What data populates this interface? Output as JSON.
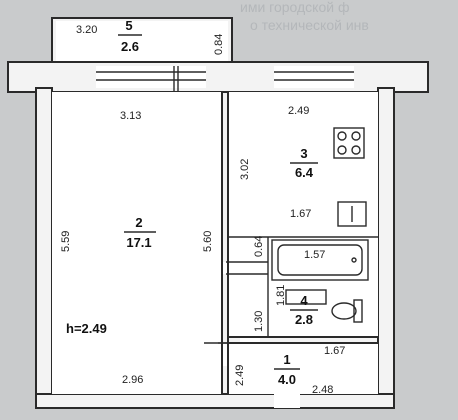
{
  "rooms": [
    {
      "number": "5",
      "area": "2.6"
    },
    {
      "number": "2",
      "area": "17.1"
    },
    {
      "number": "3",
      "area": "6.4"
    },
    {
      "number": "4",
      "area": "2.8"
    },
    {
      "number": "1",
      "area": "4.0"
    }
  ],
  "dimensions": {
    "balcony_width": "3.20",
    "balcony_depth": "0.84",
    "room2_top": "3.13",
    "room2_left": "5.59",
    "room2_right": "5.60",
    "room2_bottom": "2.96",
    "kitchen_top": "2.49",
    "kitchen_side": "3.02",
    "kitchen_bottom": "1.67",
    "bath_gap": "0.64",
    "bathtub": "1.57",
    "wc_height": "1.81",
    "wc_side": "1.30",
    "wc_bottom": "1.67",
    "hall_side": "2.49",
    "hall_bottom": "2.48"
  },
  "ceiling_height": "h=2.49"
}
